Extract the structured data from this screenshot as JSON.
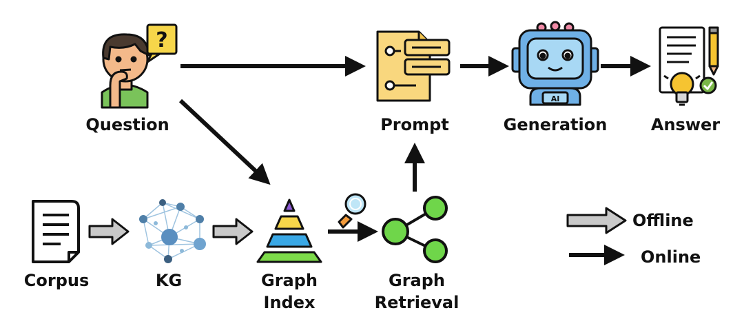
{
  "nodes": {
    "question": {
      "label": "Question",
      "icon": "thinking-person-icon"
    },
    "prompt": {
      "label": "Prompt",
      "icon": "document-list-icon"
    },
    "generation": {
      "label": "Generation",
      "icon": "robot-ai-icon"
    },
    "answer": {
      "label": "Answer",
      "icon": "answer-document-icon"
    },
    "corpus": {
      "label": "Corpus",
      "icon": "text-document-icon"
    },
    "kg": {
      "label": "KG",
      "icon": "knowledge-graph-icon"
    },
    "graph_index": {
      "line1": "Graph",
      "line2": "Index",
      "icon": "pyramid-index-icon"
    },
    "graph_retrieval": {
      "line1": "Graph",
      "line2": "Retrieval",
      "icon": "share-graph-icon"
    },
    "magnifier": {
      "icon": "magnifier-icon"
    }
  },
  "question_mark": "?",
  "robot_badge": "AI",
  "legend": {
    "offline": "Offline",
    "online": "Online"
  },
  "colors": {
    "outline": "#111111",
    "offline_arrow_fill": "#c9c9c9",
    "prompt_yellow": "#f9d77e",
    "robot_blue": "#6fb0e6",
    "robot_screen": "#a8d8f4",
    "robot_pink": "#f08aa6",
    "graph_green": "#6fd64a",
    "kg_node": "#4f7fa8",
    "kg_node_light": "#8db9d9",
    "pyramid_purple": "#8e5bd6",
    "pyramid_yellow": "#f6d64a",
    "pyramid_blue": "#3aa8e6",
    "pyramid_green": "#7ddb4a",
    "bulb_yellow": "#f6c431",
    "check_green": "#7ab648",
    "skin": "#f3b98a",
    "shirt": "#7ac35a",
    "hair": "#4a3a2f"
  }
}
